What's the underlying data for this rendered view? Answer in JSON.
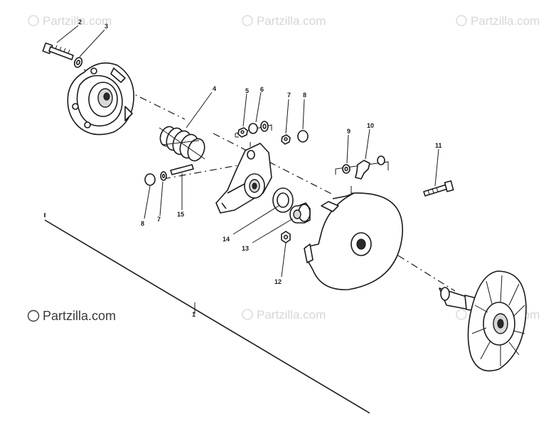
{
  "watermarks": {
    "brand_text": "Partzilla.com",
    "faded_color": "#d6d6d6",
    "strong_color": "#3a3a3a"
  },
  "callouts": [
    {
      "id": "2",
      "label": "2"
    },
    {
      "id": "3",
      "label": "3"
    },
    {
      "id": "4",
      "label": "4"
    },
    {
      "id": "5",
      "label": "5"
    },
    {
      "id": "6",
      "label": "6"
    },
    {
      "id": "7a",
      "label": "7"
    },
    {
      "id": "8a",
      "label": "8"
    },
    {
      "id": "9",
      "label": "9"
    },
    {
      "id": "10",
      "label": "10"
    },
    {
      "id": "11",
      "label": "11"
    },
    {
      "id": "8b",
      "label": "8"
    },
    {
      "id": "7b",
      "label": "7"
    },
    {
      "id": "15",
      "label": "15"
    },
    {
      "id": "14",
      "label": "14"
    },
    {
      "id": "13",
      "label": "13"
    },
    {
      "id": "12",
      "label": "12"
    },
    {
      "id": "1",
      "label": "1"
    }
  ]
}
